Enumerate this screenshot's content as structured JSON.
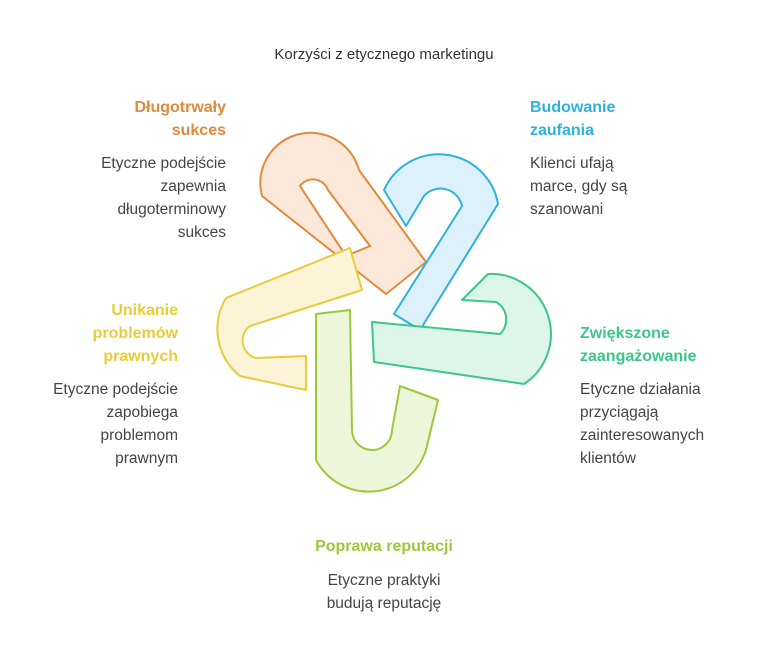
{
  "title": "Korzyści z etycznego marketingu",
  "colors": {
    "orange": "#E08A3C",
    "blue": "#2DB2DE",
    "green": "#3CC68A",
    "lime": "#9CC93C",
    "yellow": "#E8CC3A"
  },
  "items": [
    {
      "id": "long-term-success",
      "color": "#E08A3C",
      "label": [
        "Długotrwały",
        "sukces"
      ],
      "description": [
        "Etyczne podejście",
        "zapewnia",
        "długoterminowy",
        "sukces"
      ]
    },
    {
      "id": "building-trust",
      "color": "#2DB2DE",
      "label": [
        "Budowanie",
        "zaufania"
      ],
      "description": [
        "Klienci ufają",
        "marce, gdy są",
        "szanowani"
      ]
    },
    {
      "id": "increased-engagement",
      "color": "#3CC68A",
      "label": [
        "Zwiększone",
        "zaangażowanie"
      ],
      "description": [
        "Etyczne działania",
        "przyciągają",
        "zainteresowanych",
        "klientów"
      ]
    },
    {
      "id": "reputation-improvement",
      "color": "#9CC93C",
      "label": [
        "Poprawa reputacji"
      ],
      "description": [
        "Etyczne praktyki",
        "budują reputację"
      ]
    },
    {
      "id": "avoiding-legal-problems",
      "color": "#E8CC3A",
      "label": [
        "Unikanie",
        "problemów",
        "prawnych"
      ],
      "description": [
        "Etyczne podejście",
        "zapobiega",
        "problemom",
        "prawnym"
      ]
    }
  ]
}
